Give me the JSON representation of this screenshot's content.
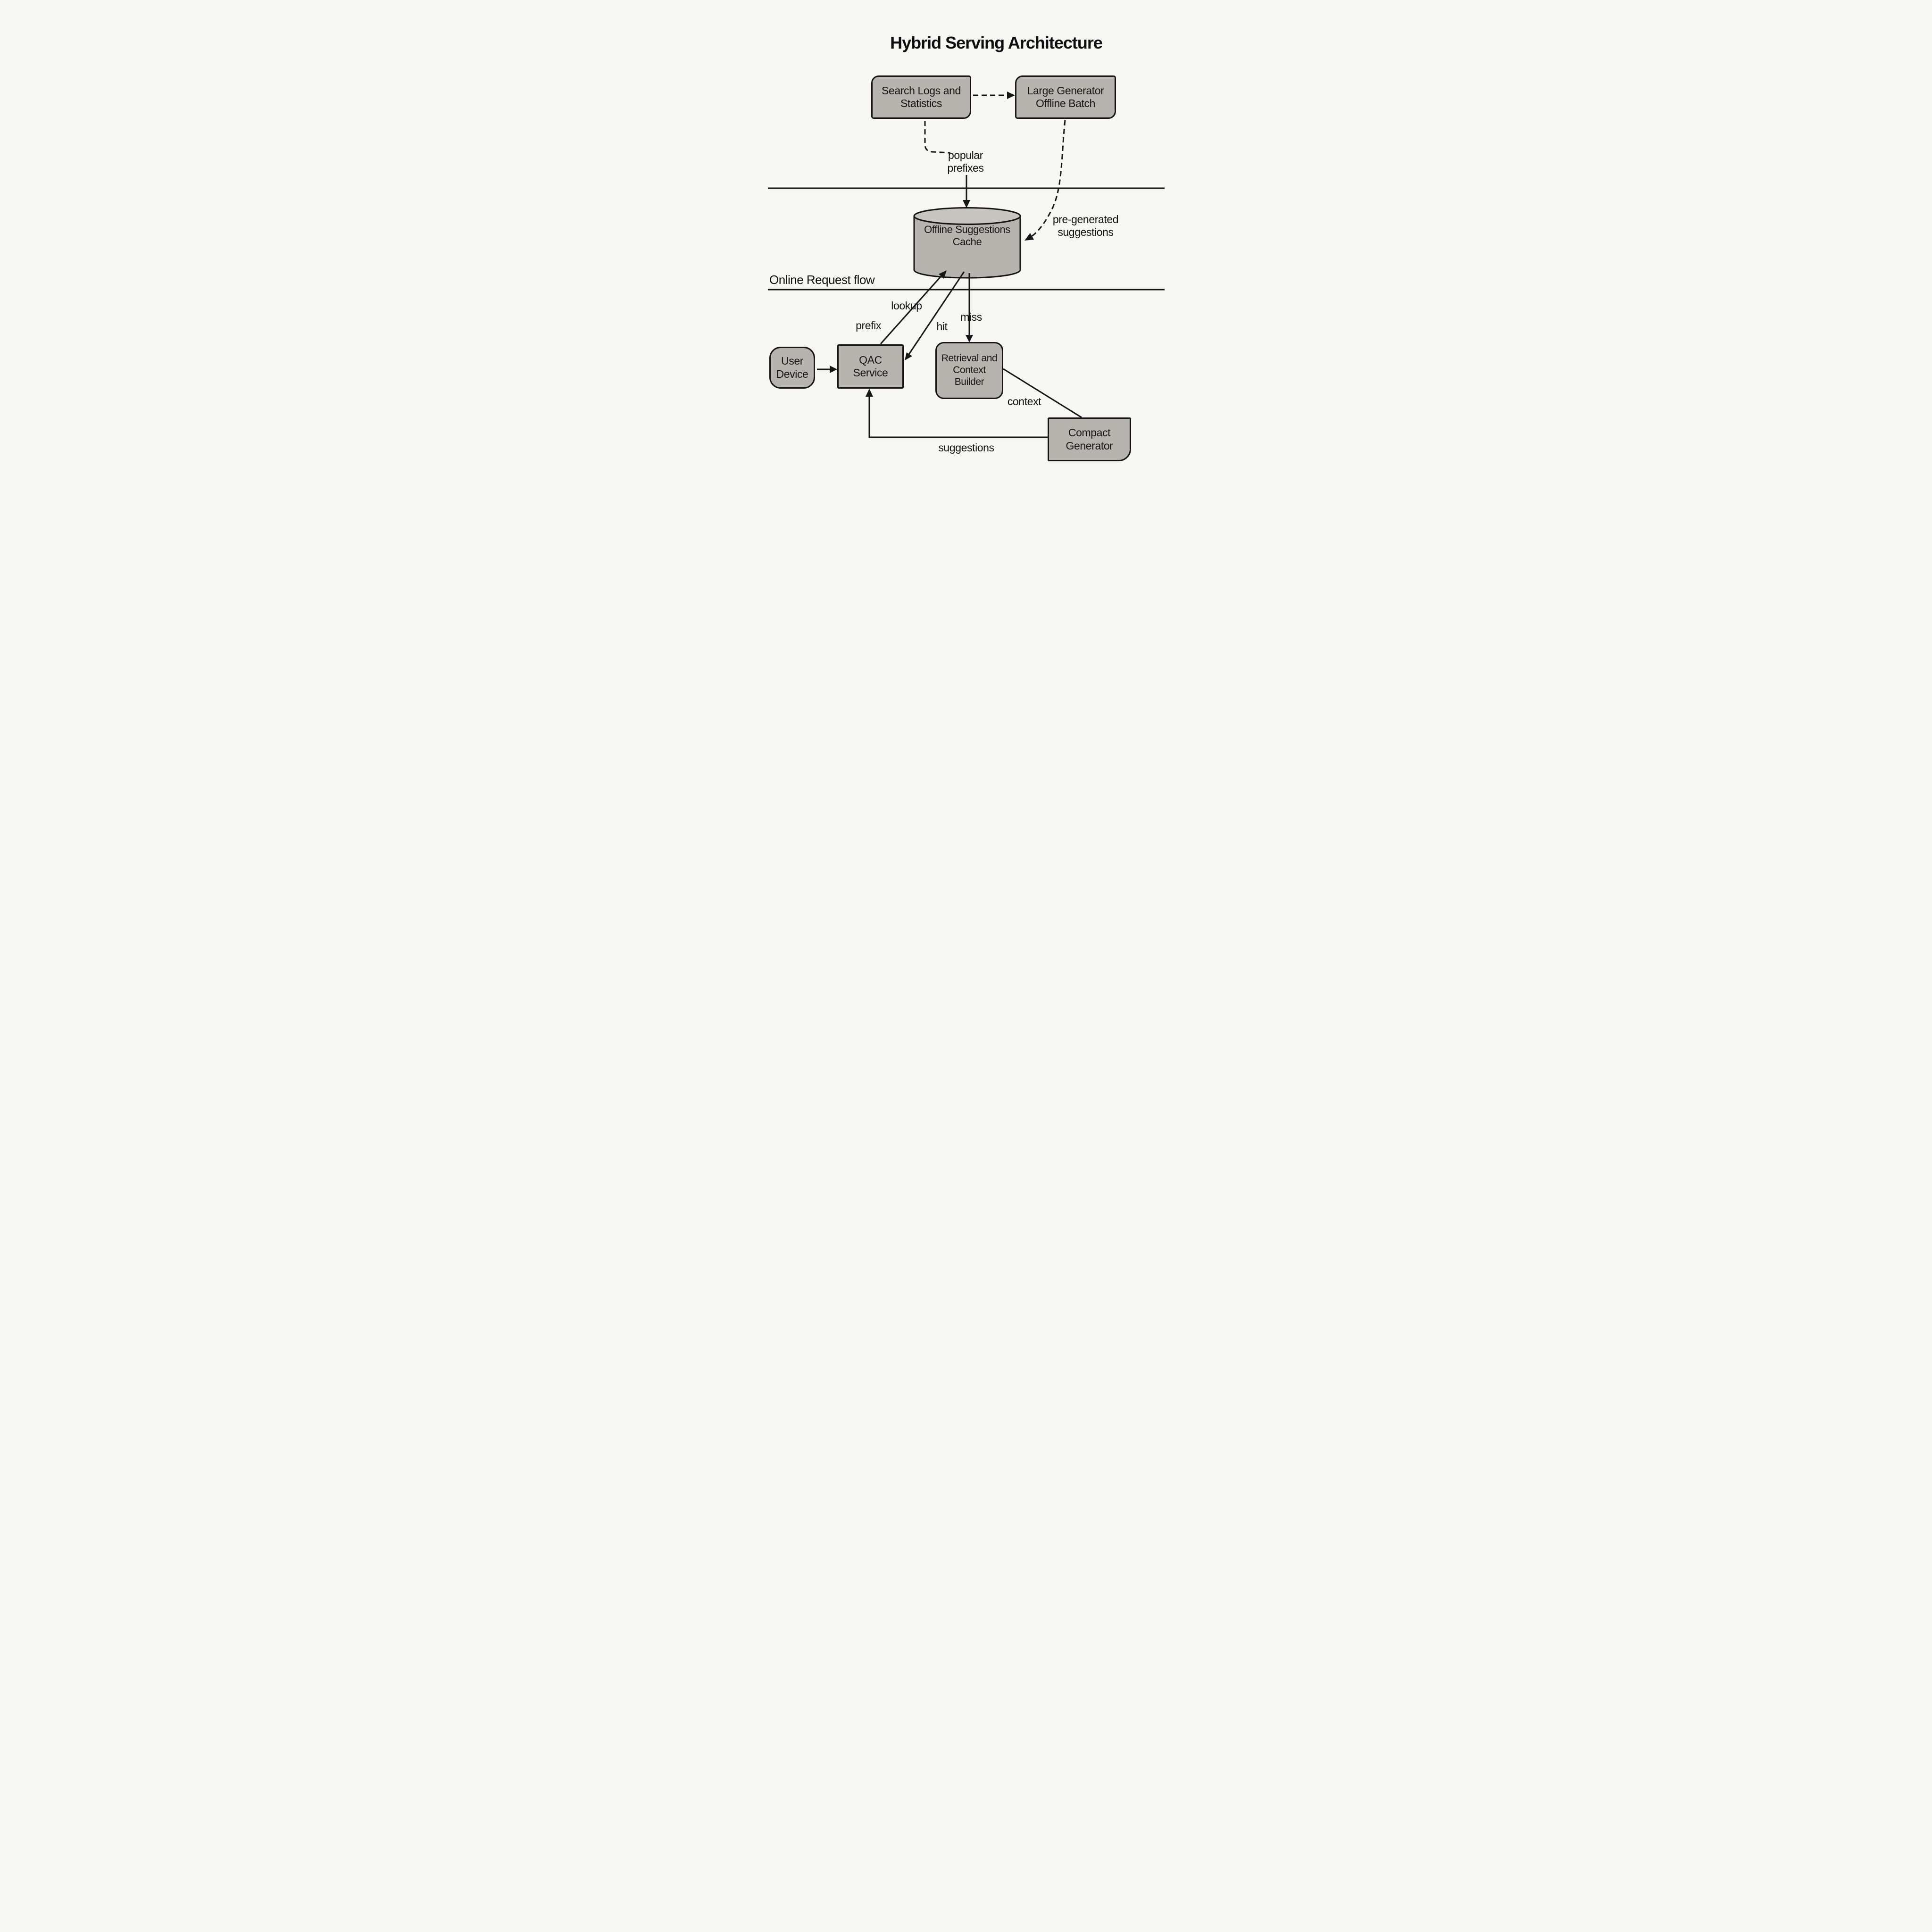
{
  "title": "Hybrid Serving Architecture",
  "sections": {
    "online_flow_label": "Online Request flow"
  },
  "nodes": {
    "search_logs": {
      "label": "Search Logs and\nStatistics",
      "shape": "rounded-rect"
    },
    "large_generator": {
      "label": "Large Generator\nOffline Batch",
      "shape": "rounded-rect"
    },
    "offline_cache": {
      "label": "Offline Suggestions\nCache",
      "shape": "cylinder"
    },
    "user_device": {
      "label": "User\nDevice",
      "shape": "rounded-rect"
    },
    "qac_service": {
      "label": "QAC\nService",
      "shape": "rect"
    },
    "retrieval_context_builder": {
      "label": "Retrieval and\nContext\nBuilder",
      "shape": "rounded-rect"
    },
    "compact_generator": {
      "label": "Compact\nGenerator",
      "shape": "rect"
    }
  },
  "edge_labels": {
    "popular_prefixes": "popular\nprefixes",
    "pre_generated_suggestions": "pre-generated\nsuggestions",
    "lookup": "lookup",
    "prefix": "prefix",
    "hit": "hit",
    "miss": "miss",
    "context": "context",
    "suggestions": "suggestions"
  },
  "edges": [
    {
      "from": "search_logs",
      "to": "large_generator",
      "style": "dashed",
      "label": ""
    },
    {
      "from": "search_logs",
      "to": "offline_cache",
      "style": "dashed-elbow-then-solid-arrow",
      "label": "popular prefixes"
    },
    {
      "from": "large_generator",
      "to": "offline_cache",
      "style": "dashed-curve",
      "label": "pre-generated suggestions"
    },
    {
      "from": "qac_service",
      "to": "offline_cache",
      "style": "solid",
      "label": "prefix / lookup"
    },
    {
      "from": "offline_cache",
      "to": "qac_service",
      "style": "solid",
      "label": "hit"
    },
    {
      "from": "offline_cache",
      "to": "retrieval_context_builder",
      "style": "solid",
      "label": "miss"
    },
    {
      "from": "user_device",
      "to": "qac_service",
      "style": "solid",
      "label": ""
    },
    {
      "from": "retrieval_context_builder",
      "to": "compact_generator",
      "style": "plain-line",
      "label": "context"
    },
    {
      "from": "compact_generator",
      "to": "qac_service",
      "style": "solid-elbow",
      "label": "suggestions"
    }
  ],
  "colors": {
    "background": "#f8f7f4",
    "node_fill": "#b7b4ad",
    "cylinder_top_fill": "#c8c5be",
    "stroke": "#161616",
    "text": "#111111"
  }
}
